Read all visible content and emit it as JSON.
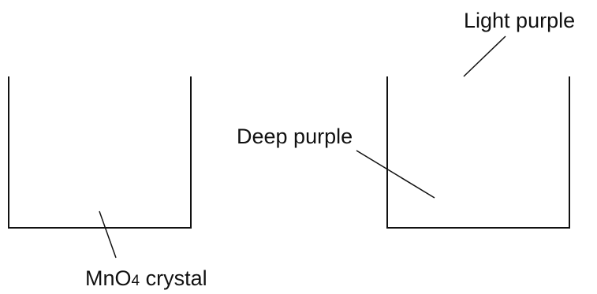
{
  "labels": {
    "crystal_formula": "MnO",
    "crystal_subscript": "4",
    "crystal_word": " crystal",
    "deep": "Deep purple",
    "light": "Light purple"
  },
  "colors": {
    "line": "#111111",
    "text": "#111111",
    "background": "#ffffff"
  }
}
